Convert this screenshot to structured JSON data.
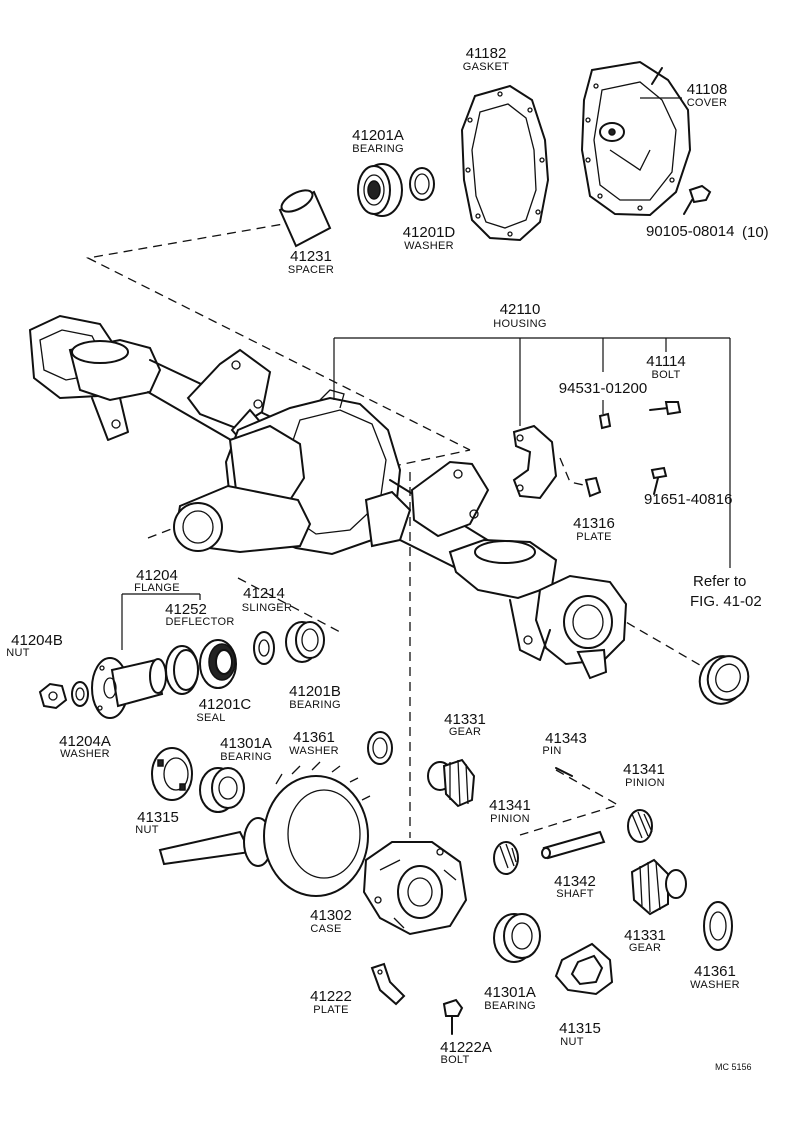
{
  "parts": [
    {
      "number": "41182",
      "name": "GASKET"
    },
    {
      "number": "41108",
      "name": "COVER"
    },
    {
      "number": "41201A",
      "name": "BEARING"
    },
    {
      "number": "41201D",
      "name": "WASHER"
    },
    {
      "number": "90105-08014",
      "qty": "(10)"
    },
    {
      "number": "41231",
      "name": "SPACER"
    },
    {
      "number": "42110",
      "name": "HOUSING"
    },
    {
      "number": "41114",
      "name": "BOLT"
    },
    {
      "number": "94531-01200"
    },
    {
      "number": "91651-40816"
    },
    {
      "number": "41316",
      "name": "PLATE"
    },
    {
      "number": "41204",
      "name": "FLANGE"
    },
    {
      "number": "41214",
      "name": "SLINGER"
    },
    {
      "number": "41252",
      "name": "DEFLECTOR"
    },
    {
      "number": "41204B",
      "name": "NUT"
    },
    {
      "number": "41201C",
      "name": "SEAL"
    },
    {
      "number": "41201B",
      "name": "BEARING"
    },
    {
      "number": "41204A",
      "name": "WASHER"
    },
    {
      "number": "41331",
      "name": "GEAR"
    },
    {
      "number": "41343",
      "name": "PIN"
    },
    {
      "number": "41301A",
      "name": "BEARING"
    },
    {
      "number": "41361",
      "name": "WASHER"
    },
    {
      "number": "41341",
      "name": "PINION"
    },
    {
      "number": "41341",
      "name": "PINION"
    },
    {
      "number": "41315",
      "name": "NUT"
    },
    {
      "number": "41342",
      "name": "SHAFT"
    },
    {
      "number": "41302",
      "name": "CASE"
    },
    {
      "number": "41331",
      "name": "GEAR"
    },
    {
      "number": "41361",
      "name": "WASHER"
    },
    {
      "number": "41222",
      "name": "PLATE"
    },
    {
      "number": "41301A",
      "name": "BEARING"
    },
    {
      "number": "41315",
      "name": "NUT"
    },
    {
      "number": "41222A",
      "name": "BOLT"
    }
  ],
  "reference": {
    "line1": "Refer to",
    "line2": "FIG. 41-02"
  },
  "diagram_code": "MC 5156"
}
